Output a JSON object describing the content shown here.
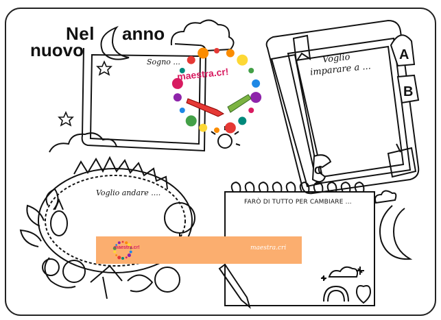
{
  "title": {
    "line1_word1": "Nel",
    "line1_word2": "anno",
    "line2": "nuovo"
  },
  "frames": {
    "dream": "Sogno ...",
    "learn_line1": "Voglio",
    "learn_line2": "imparare a ...",
    "go": "Voglio andare ....",
    "do_everything": "FARÒ DI TUTTO PER CAMBIARE ..."
  },
  "book_letters": [
    "A",
    "B",
    "C"
  ],
  "watermark": {
    "logo_text": "maestra.cr!",
    "banner_brand": "maestra.cri",
    "banner_color": "#fbae6f",
    "dot_colors": [
      "#e53935",
      "#fb8c00",
      "#fdd835",
      "#43a047",
      "#1e88e5",
      "#8e24aa",
      "#d81b60",
      "#00897b"
    ]
  }
}
